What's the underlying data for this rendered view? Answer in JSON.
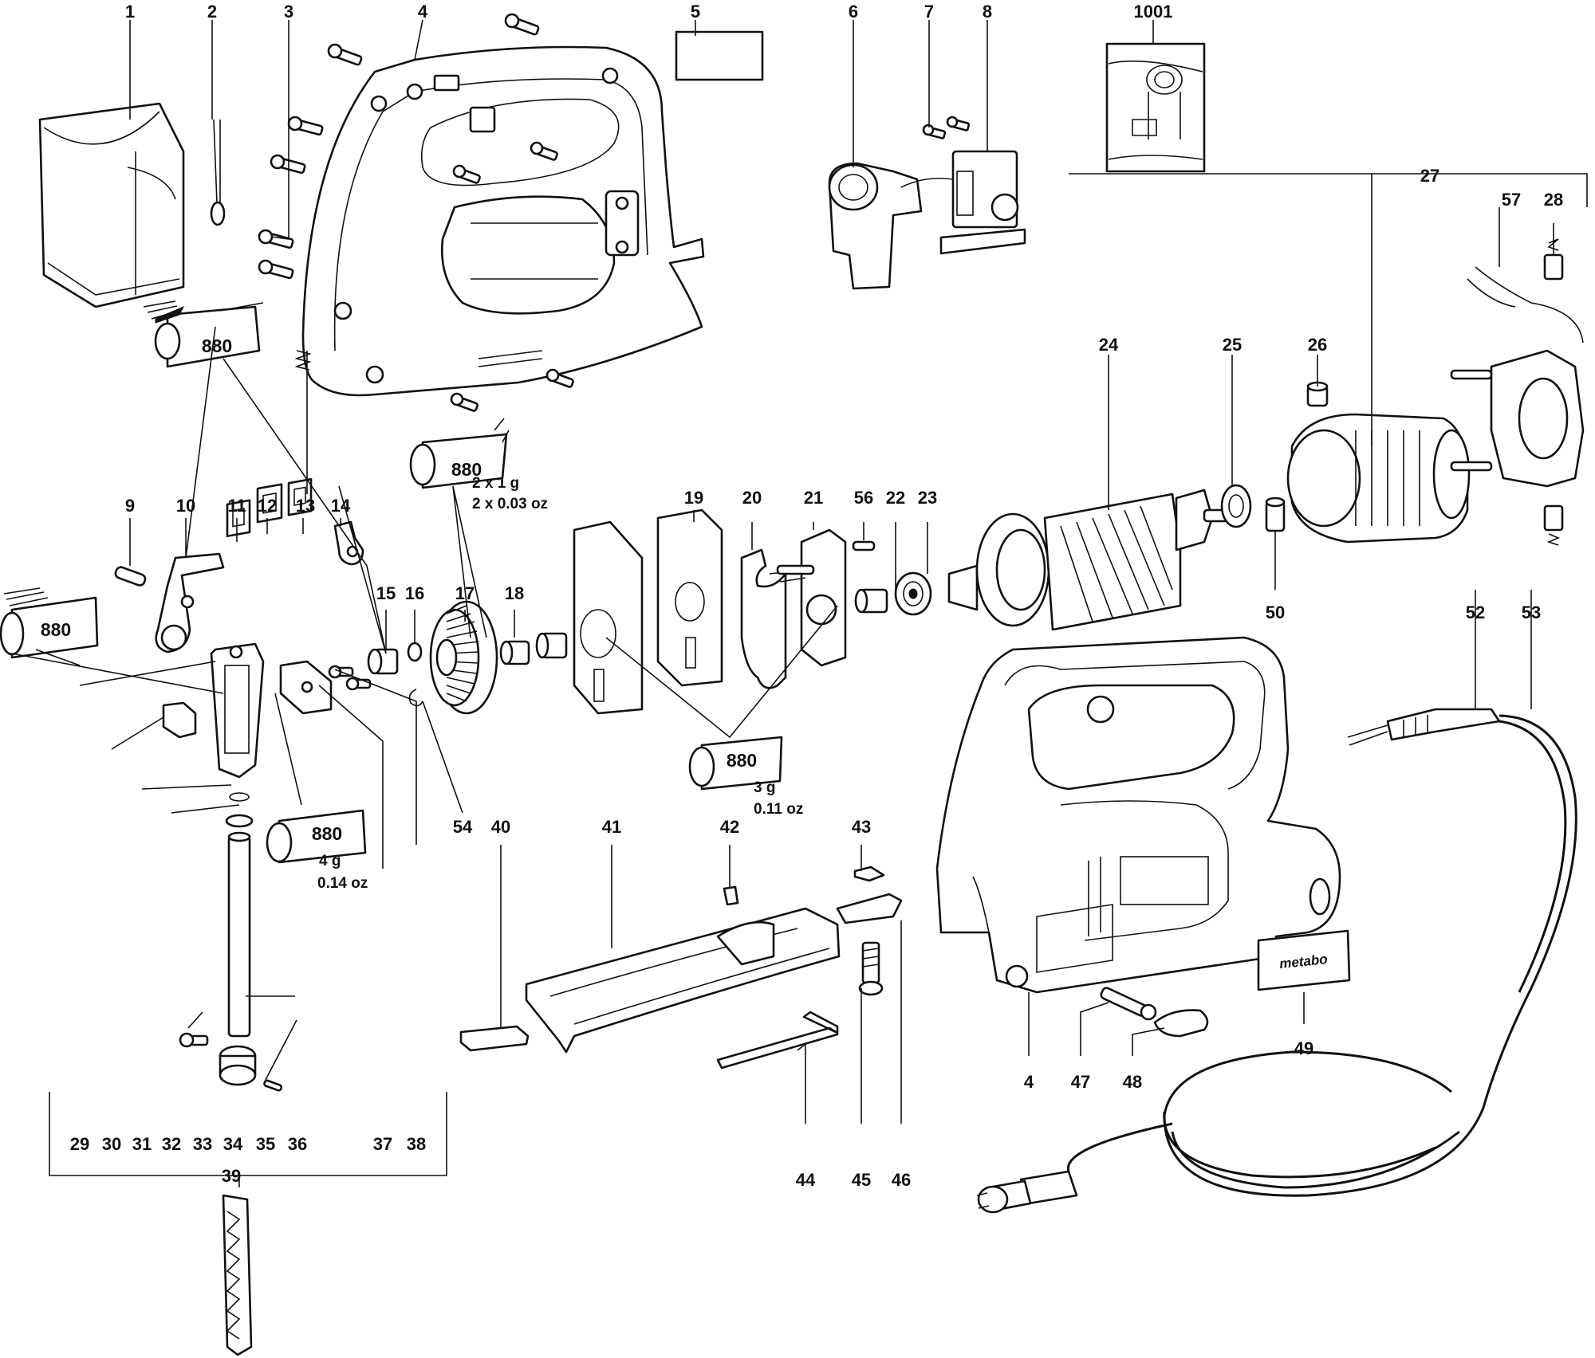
{
  "part_numbers": [
    "1",
    "2",
    "3",
    "4",
    "5",
    "6",
    "7",
    "8",
    "1001",
    "9",
    "10",
    "11",
    "12",
    "13",
    "14",
    "15",
    "16",
    "17",
    "18",
    "19",
    "20",
    "21",
    "56",
    "22",
    "23",
    "24",
    "25",
    "26",
    "27",
    "57",
    "28",
    "50",
    "52",
    "53",
    "54",
    "40",
    "41",
    "42",
    "43",
    "29",
    "30",
    "31",
    "32",
    "33",
    "34",
    "35",
    "36",
    "37",
    "38",
    "39",
    "44",
    "45",
    "46",
    "4",
    "47",
    "48",
    "49"
  ],
  "grease_tubes": [
    {
      "label": "880",
      "quantity": ""
    },
    {
      "label": "880",
      "quantity": "2 x 1 g",
      "quantity_imperial": "2 x 0.03 oz"
    },
    {
      "label": "880",
      "quantity": ""
    },
    {
      "label": "880",
      "quantity": "3 g",
      "quantity_imperial": "0.11 oz"
    },
    {
      "label": "880",
      "quantity": "4 g",
      "quantity_imperial": "0.14 oz"
    }
  ],
  "brand_plate": "metabo",
  "icons": [
    "grease-tube-icon",
    "brush-icon",
    "screw-icon",
    "jigsaw-housing-icon",
    "armature-icon",
    "power-cord-icon",
    "saw-blade-icon"
  ]
}
